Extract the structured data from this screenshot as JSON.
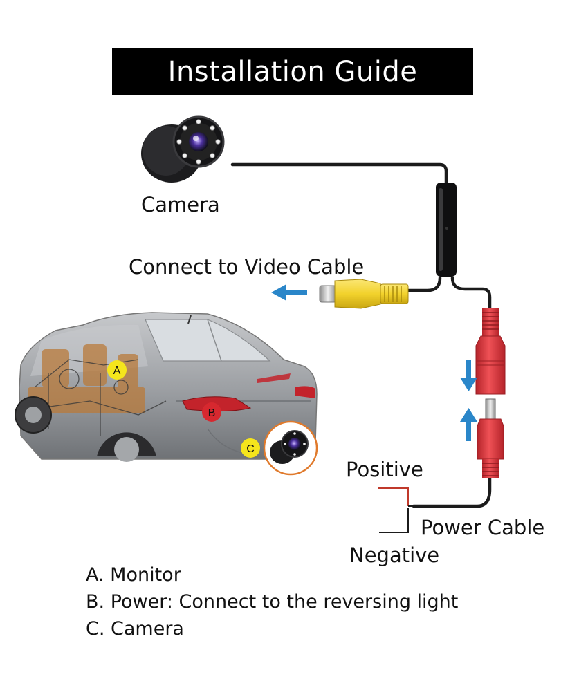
{
  "title": "Installation Guide",
  "labels": {
    "camera": "Camera",
    "video": "Connect to Video Cable",
    "positive": "Positive",
    "power": "Power Cable",
    "negative": "Negative"
  },
  "markers": {
    "a": "A",
    "b": "B",
    "c": "C"
  },
  "legend": [
    "A. Monitor",
    "B. Power: Connect to the reversing light",
    "C. Camera"
  ],
  "colors": {
    "rca_yellow": "#f2d22c",
    "dc_red": "#e0383e",
    "arrow_blue": "#2a86c9",
    "marker_yellow": "#f5e51c",
    "marker_red": "#d7282f",
    "positive_wire": "#c0392b"
  }
}
